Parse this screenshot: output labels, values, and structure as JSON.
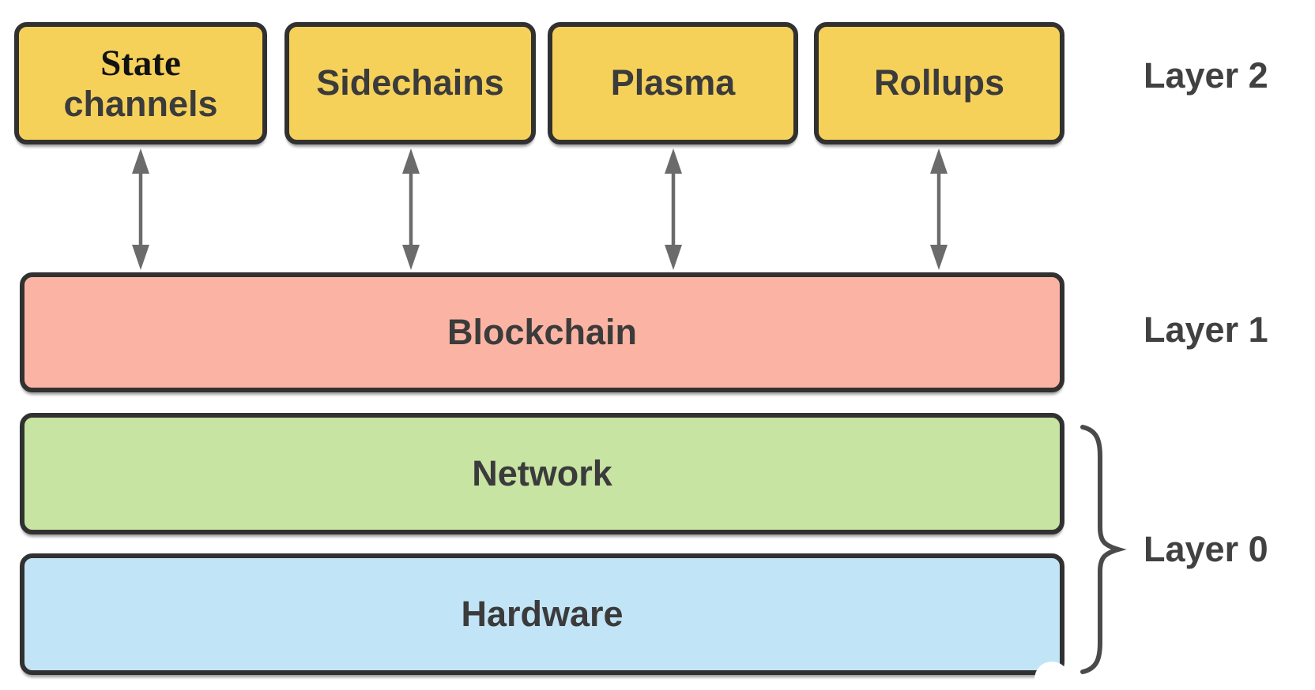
{
  "layer2": {
    "label": "Layer 2",
    "nodes": [
      {
        "line1": "State",
        "line2": "channels"
      },
      {
        "name": "Sidechains"
      },
      {
        "name": "Plasma"
      },
      {
        "name": "Rollups"
      }
    ]
  },
  "layer1": {
    "label": "Layer 1",
    "node": "Blockchain"
  },
  "layer0": {
    "label": "Layer 0",
    "nodes": [
      {
        "name": "Network"
      },
      {
        "name": "Hardware"
      }
    ]
  },
  "colors": {
    "layer2_fill": "#F6D15A",
    "layer1_fill": "#FBB4A3",
    "network_fill": "#C7E4A3",
    "hardware_fill": "#C2E4F7",
    "box_border": "#313131",
    "arrow": "#6B6B6B",
    "brace": "#4A4A4A",
    "label_text": "#414141",
    "node_text": "#3B3B3B",
    "state_text": "#121212",
    "background": "#FFFFFF"
  }
}
